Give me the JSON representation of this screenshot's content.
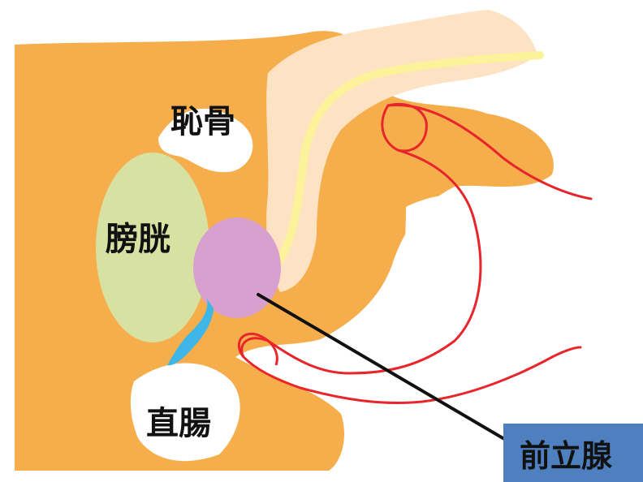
{
  "labels": {
    "pubic_bone": "恥骨",
    "bladder": "膀胱",
    "rectum": "直腸",
    "prostate": "前立腺"
  },
  "colors": {
    "tissue": "#f6ae4c",
    "urethral_body": "#fde2c4",
    "urethra": "#fbf29a",
    "bladder": "#d7e2a2",
    "prostate": "#d8a0cf",
    "seminal": "#3fb6e8",
    "outline": "#e8252a",
    "pointer": "#111111",
    "label_box": "#4e80c0"
  }
}
